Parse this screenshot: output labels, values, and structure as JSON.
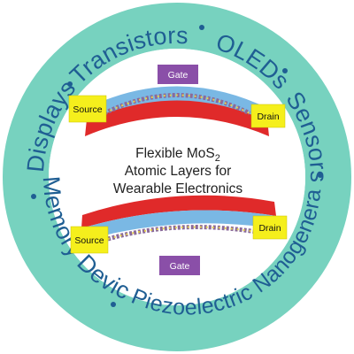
{
  "ring_labels": {
    "displays": "Displays",
    "transistors": "Transistors",
    "oleds": "OLEDs",
    "sensors": "Sensors",
    "memory": "Memory Devices",
    "piezo": "Piezoelectric Nanogenerators"
  },
  "center": {
    "line1_prefix": "Flexible MoS",
    "line1_sub": "2",
    "line2": "Atomic Layers for",
    "line3": "Wearable Electronics"
  },
  "top_device": {
    "source": "Source",
    "gate": "Gate",
    "drain": "Drain"
  },
  "bottom_device": {
    "source": "Source",
    "gate": "Gate",
    "drain": "Drain"
  },
  "colors": {
    "ring": "#77d2bf",
    "ring_text": "#1f5e93",
    "substrate": "#e02a2a",
    "dielectric": "#7ab8e4",
    "electrode": "#f5ef1c",
    "gate": "#8a4fa8"
  }
}
